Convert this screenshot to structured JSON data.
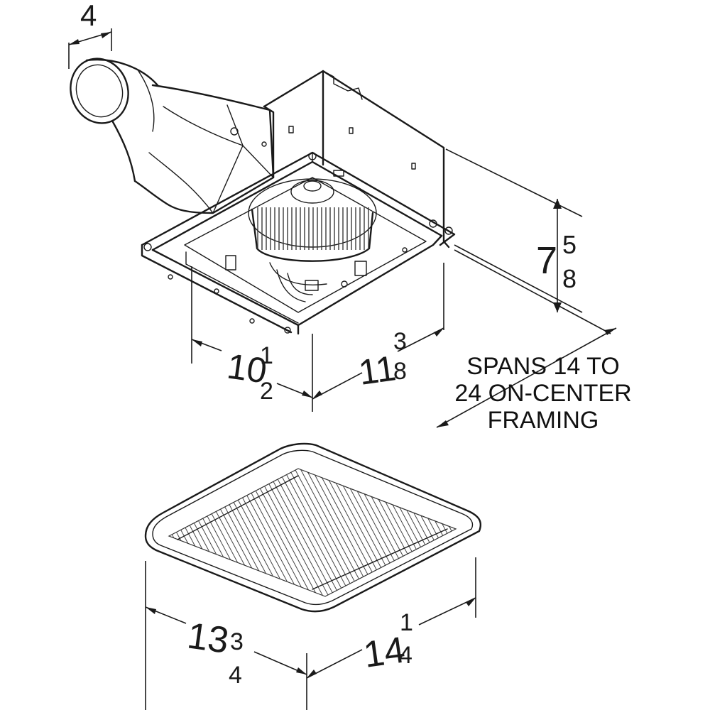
{
  "dimensions": {
    "duct": {
      "whole": "4"
    },
    "depth": {
      "whole": "7",
      "numerator": "5",
      "denominator": "8"
    },
    "housing_width": {
      "whole": "10",
      "numerator": "1",
      "denominator": "2"
    },
    "housing_length": {
      "whole": "11",
      "numerator": "3",
      "denominator": "8"
    },
    "grille_width": {
      "whole": "13",
      "numerator": "3",
      "denominator": "4"
    },
    "grille_length": {
      "whole": "14",
      "numerator": "1",
      "denominator": "4"
    }
  },
  "note": {
    "line1": "SPANS 14 TO",
    "line2": "24 ON-CENTER",
    "line3": "FRAMING"
  }
}
